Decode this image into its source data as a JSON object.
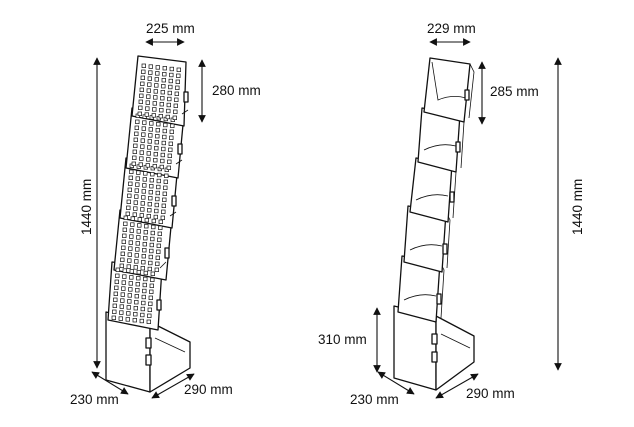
{
  "left_stand": {
    "top_width": "225 mm",
    "pocket_height": "280 mm",
    "total_height": "1440 mm",
    "base_depth": "230 mm",
    "base_width": "290 mm"
  },
  "right_stand": {
    "top_width": "229 mm",
    "pocket_height": "285 mm",
    "total_height": "1440 mm",
    "base_height": "310 mm",
    "base_depth": "230 mm",
    "base_width": "290 mm"
  }
}
